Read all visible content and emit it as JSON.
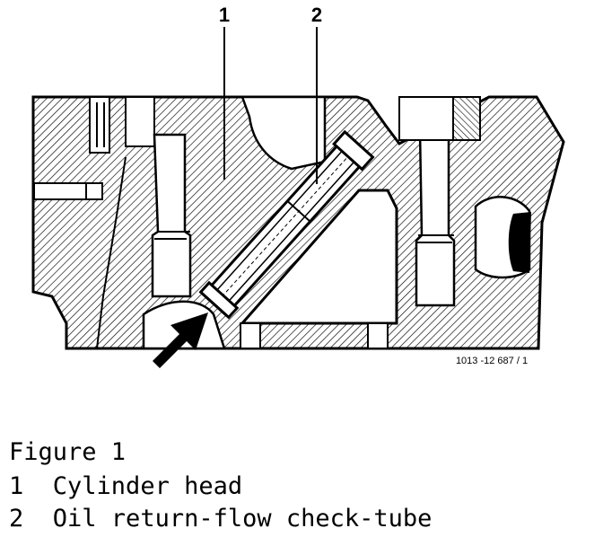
{
  "callouts": [
    {
      "number": "1",
      "label": "Cylinder head"
    },
    {
      "number": "2",
      "label": "Oil return-flow check-tube"
    }
  ],
  "drawing_ref": "1013 -12 687 / 1",
  "caption": {
    "title": "Figure 1",
    "items": [
      {
        "number": "1",
        "text": "Cylinder head"
      },
      {
        "number": "2",
        "text": "Oil return-flow check-tube"
      }
    ]
  },
  "colors": {
    "ink": "#000000",
    "paper": "#ffffff"
  }
}
